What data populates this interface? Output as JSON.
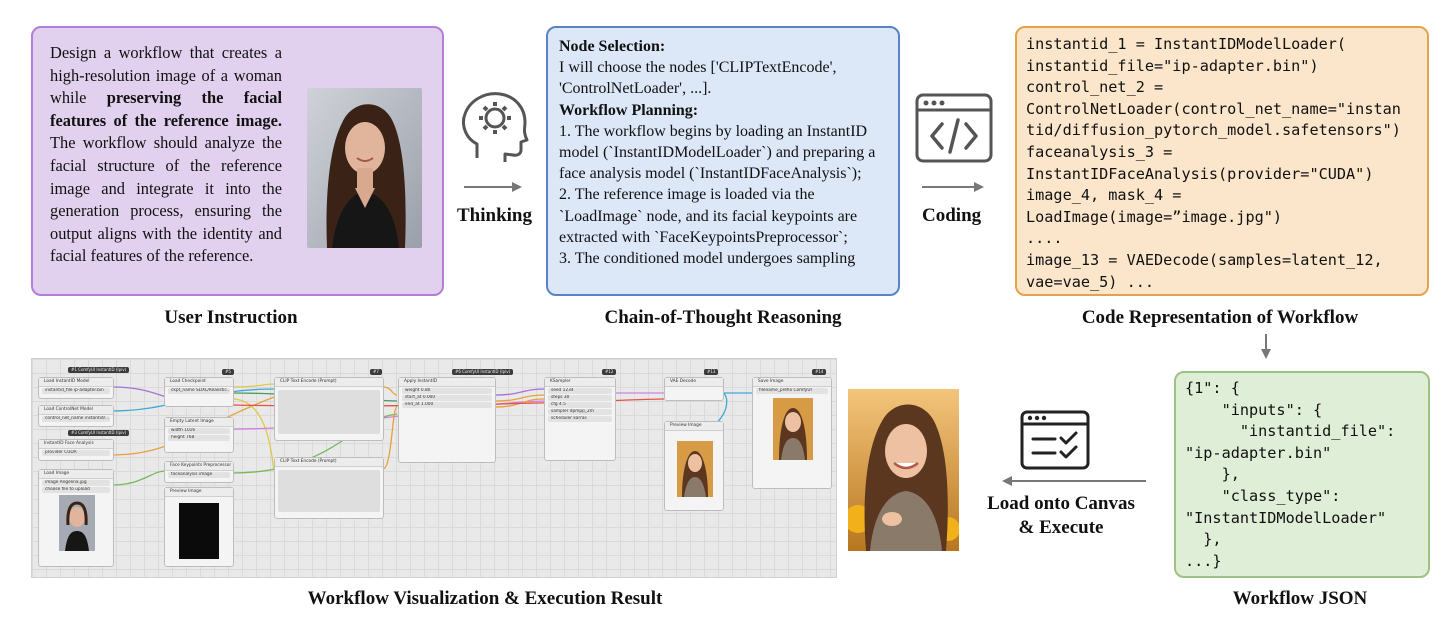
{
  "user_instruction": {
    "caption": "User Instruction",
    "text_1": "Design a workflow that creates a high-resolution image of a woman while ",
    "text_bold": "preserving the facial features of the reference image.",
    "text_2": " The workflow should analyze the facial structure of the reference image and integrate it into the generation process, ensuring the output aligns with the identity and facial features of the reference."
  },
  "thinking": {
    "label": "Thinking"
  },
  "cot": {
    "caption": "Chain-of-Thought Reasoning",
    "node_selection_heading": "Node Selection:",
    "node_selection_text": "I will choose the nodes ['CLIPTextEncode', 'ControlNetLoader', ...].",
    "workflow_planning_heading": "Workflow Planning:",
    "steps": [
      "1. The workflow begins by loading an InstantID model (`InstantIDModelLoader`) and preparing a face analysis model (`InstantIDFaceAnalysis`);",
      "2. The reference image is loaded via the `LoadImage` node, and its facial keypoints are extracted with `FaceKeypointsPreprocessor`;",
      "3. The conditioned model undergoes sampling"
    ]
  },
  "coding": {
    "label": "Coding"
  },
  "code": {
    "caption": "Code Representation of Workflow",
    "lines": [
      "instantid_1 = InstantIDModelLoader(",
      "instantid_file=\"ip-adapter.bin\")",
      "control_net_2 =",
      "ControlNetLoader(control_net_name=\"instan",
      "tid/diffusion_pytorch_model.safetensors\")",
      "faceanalysis_3 =",
      "InstantIDFaceAnalysis(provider=\"CUDA\")",
      "image_4, mask_4 =",
      "LoadImage(image=”image.jpg\")",
      "....",
      "image_13 = VAEDecode(samples=latent_12,",
      "vae=vae_5) ..."
    ]
  },
  "json": {
    "caption": "Workflow JSON",
    "lines": [
      "{1\": {",
      "    \"inputs\": {",
      "      \"instantid_file\":",
      "\"ip-adapter.bin\"",
      "    },",
      "    \"class_type\":",
      "\"InstantIDModelLoader\"",
      "  },",
      "...}"
    ]
  },
  "load": {
    "label_line1": "Load onto Canvas",
    "label_line2": "& Execute"
  },
  "canvas": {
    "caption": "Workflow Visualization & Execution Result",
    "nodes": {
      "load_instantid": "Load InstantID Model",
      "load_controlnet": "Load ControlNet Model",
      "face_analysis": "InstantID Face Analysis",
      "load_image": "Load Image",
      "load_checkpoint": "Load Checkpoint",
      "empty_latent": "Empty Latent Image",
      "face_keypoints": "Face Keypoints Preprocessor",
      "preview_image_1": "Preview Image",
      "clip_pos": "CLIP Text Encode (Prompt)",
      "clip_neg": "CLIP Text Encode (Prompt)",
      "apply_instantid": "Apply InstantID",
      "ksampler": "KSampler",
      "vae_decode": "VAE Decode",
      "preview_image_2": "Preview Image",
      "save_image": "Save Image"
    }
  },
  "colors": {
    "user_fill": "#e1d1ee",
    "user_border": "#b47ed8",
    "cot_fill": "#dce7f8",
    "cot_border": "#5a82c4",
    "code_fill": "#fbe6cb",
    "code_border": "#e2a44a",
    "json_fill": "#dfeed6",
    "json_border": "#9ec185"
  },
  "icons": [
    "head-gear-icon",
    "code-window-icon",
    "checklist-window-icon",
    "arrow-right-icon",
    "arrow-down-icon",
    "arrow-left-icon"
  ]
}
